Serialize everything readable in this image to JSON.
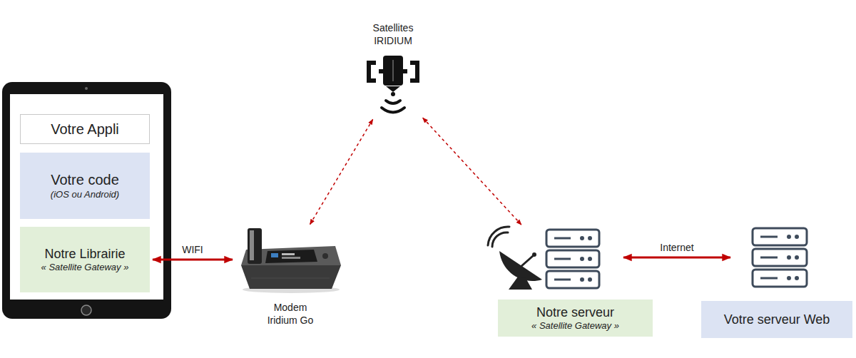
{
  "diagram": {
    "nodes": [
      {
        "text": [
          "Votre Appli"
        ]
      },
      {
        "text": [
          "Votre code",
          "(iOS ou Android)"
        ]
      },
      {
        "text": [
          "Notre Librairie",
          "« Satellite Gateway »"
        ]
      },
      {
        "text": [
          "Modem Iridium Go"
        ]
      },
      {
        "text": [
          "Satellites IRIDIUM"
        ]
      },
      {
        "text": [
          "Notre serveur",
          "« Satellite Gateway »"
        ]
      },
      {
        "text": [
          "Votre serveur Web"
        ]
      }
    ],
    "edges": [
      {
        "from": 2,
        "to": 3,
        "label": "WIFI",
        "arrow": "both"
      },
      {
        "from": 3,
        "to": 4,
        "arrow": "both"
      },
      {
        "from": 4,
        "to": 5,
        "arrow": "both"
      },
      {
        "from": 5,
        "to": 6,
        "label": "Internet",
        "arrow": "both"
      }
    ]
  }
}
